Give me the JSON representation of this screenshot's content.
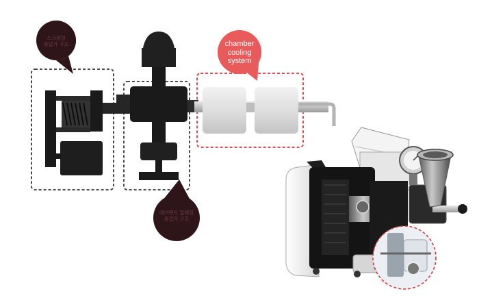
{
  "callouts": {
    "screw_feed": [
      "스크류형",
      "충압가 구조"
    ],
    "chamber_cooling": [
      "chamber",
      "cooling",
      "system"
    ],
    "vent": [
      "에어벤트 밀폐형",
      "충압가 구조"
    ]
  },
  "colors": {
    "dark_callout": "#2e1519",
    "red_callout": "#e95a5a",
    "outline_dark": "#333333",
    "outline_red": "#d9363e",
    "machine_black": "#1c1c1c",
    "chamber_grey": "#e2e2e2"
  }
}
